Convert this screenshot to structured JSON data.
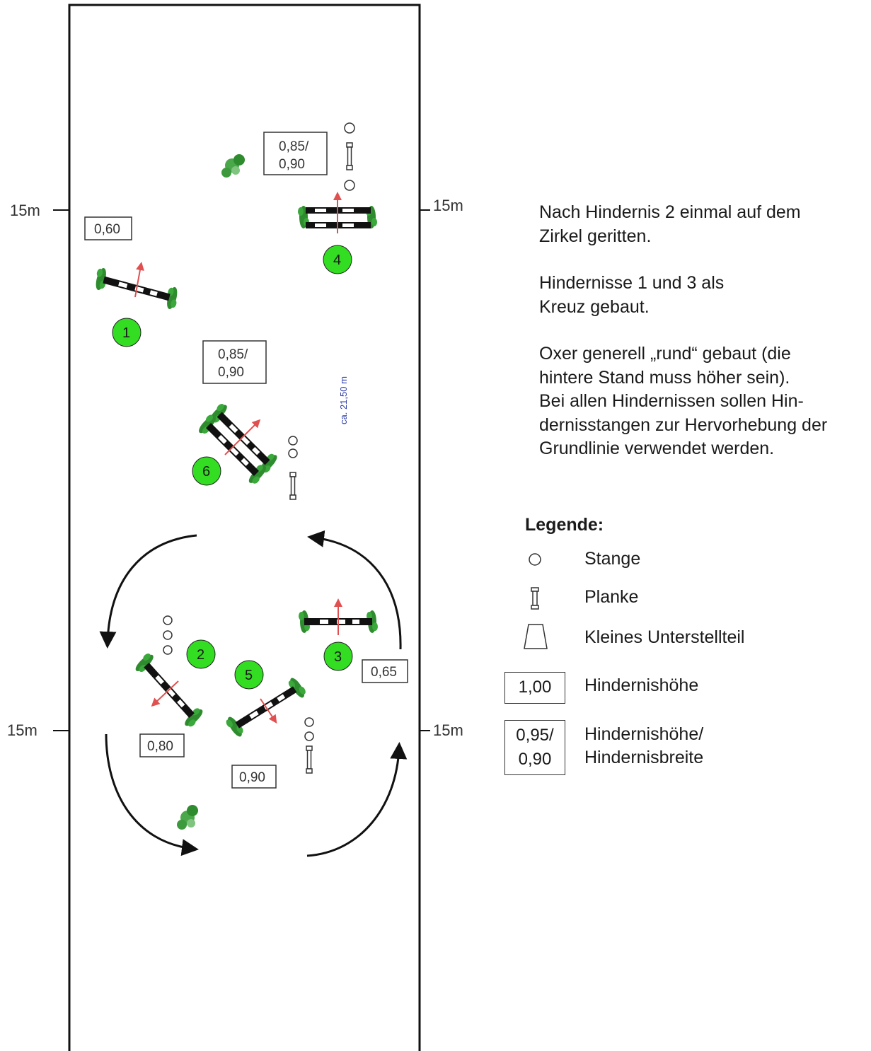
{
  "arena": {
    "side_marks": [
      "15m",
      "15m",
      "15m",
      "15m"
    ],
    "distance_label": "ca. 21,50 m"
  },
  "obstacles": [
    {
      "number": "1",
      "height": "0,60"
    },
    {
      "number": "2",
      "height": "0,80"
    },
    {
      "number": "3",
      "height": "0,65"
    },
    {
      "number": "4",
      "height_line1": "0,85/",
      "height_line2": "0,90"
    },
    {
      "number": "5",
      "height": "0,90"
    },
    {
      "number": "6",
      "height_line1": "0,85/",
      "height_line2": "0,90"
    }
  ],
  "notes": [
    "Nach Hindernis 2 einmal auf dem Zirkel geritten.",
    "Hindernisse 1 und 3 als Kreuz gebaut.",
    "Oxer generell „rund“ gebaut (die hintere Stand muss höher sein).",
    "Bei allen Hindernissen sollen Hin- dernisstangen zur Hervorhebung der Grundlinie verwendet werden."
  ],
  "legend": {
    "title": "Legende:",
    "items": [
      {
        "icon": "circle-icon",
        "label": "Stange"
      },
      {
        "icon": "plank-icon",
        "label": "Planke"
      },
      {
        "icon": "trapezoid-icon",
        "label": "Kleines Unterstellteil"
      },
      {
        "box": "1,00",
        "label": "Hindernishöhe"
      },
      {
        "box_line1": "0,95/",
        "box_line2": "0,90",
        "label_line1": "Hindernishöhe/",
        "label_line2": "Hindernisbreite"
      }
    ]
  },
  "colors": {
    "number_fill": "#33dd22",
    "shrub": "#2e8b2e",
    "arrow_red": "#e05050",
    "distance_text": "#2f3fa8"
  }
}
